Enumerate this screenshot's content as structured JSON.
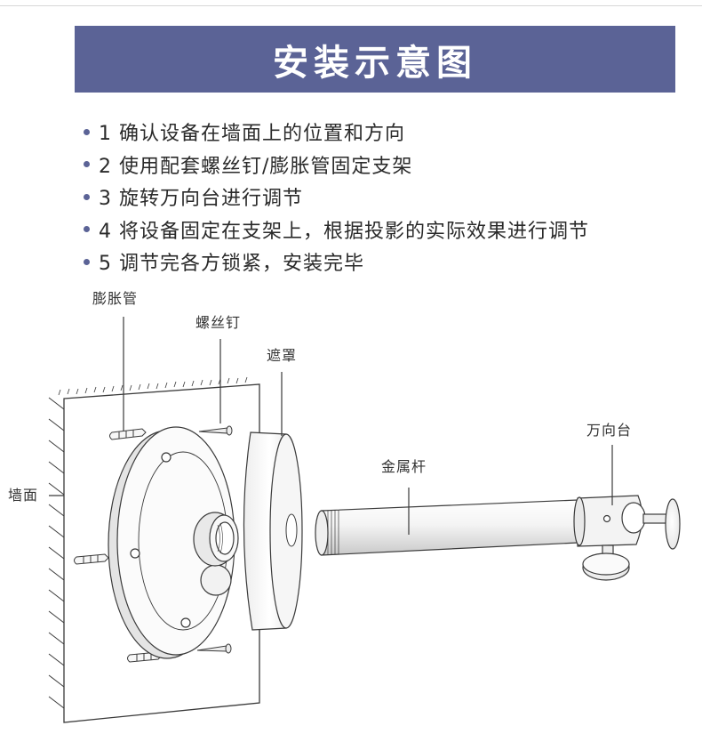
{
  "header": {
    "title": "安装示意图"
  },
  "steps": [
    "1 确认设备在墙面上的位置和方向",
    "2 使用配套螺丝钉/膨胀管固定支架",
    "3 旋转万向台进行调节",
    "4 将设备固定在支架上，根据投影的实际效果进行调节",
    "5 调节完各方锁紧，安装完毕"
  ],
  "labels": {
    "expansion_tube": "膨胀管",
    "screw": "螺丝钉",
    "cover": "遮罩",
    "wall": "墙面",
    "metal_rod": "金属杆",
    "universal_mount": "万向台"
  },
  "colors": {
    "banner": "#5b6396",
    "bullet": "#5b6396",
    "line": "#3a3a3a"
  }
}
